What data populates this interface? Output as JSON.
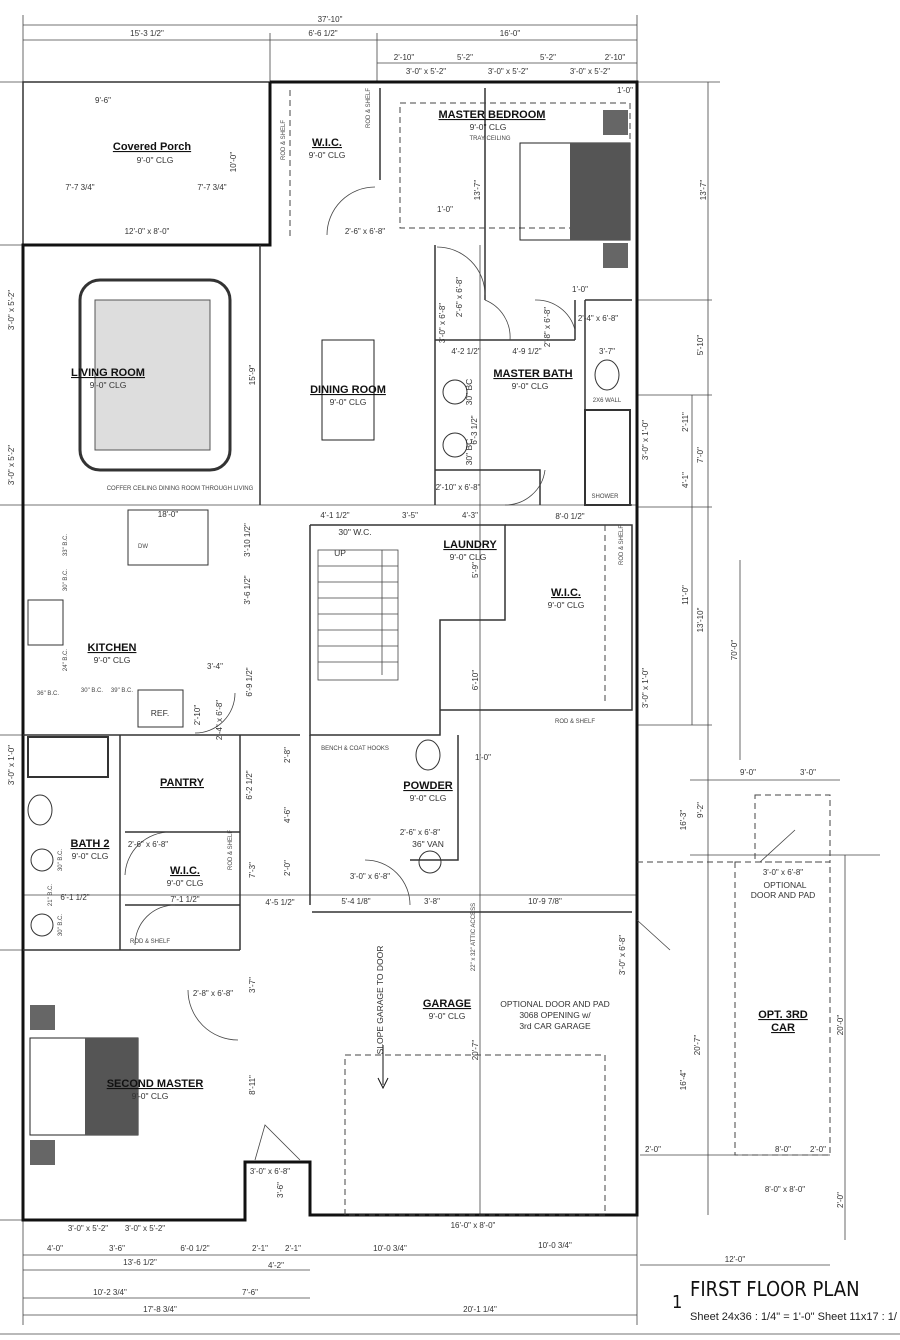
{
  "title": {
    "number": "1",
    "name": "FIRST FLOOR PLAN",
    "scale": "Sheet 24x36 :  1/4\" = 1'-0\"   Sheet 11x17 : 1/"
  },
  "rooms": {
    "porch": {
      "name": "Covered Porch",
      "clg": "9'-0\"  CLG"
    },
    "wic_master": {
      "name": "W.I.C.",
      "clg": "9'-0\"  CLG"
    },
    "master_bedroom": {
      "name": "MASTER BEDROOM",
      "clg": "9'-0\"  CLG"
    },
    "living": {
      "name": "LIVING ROOM",
      "clg": "9'-0\"  CLG"
    },
    "dining": {
      "name": "DINING ROOM",
      "clg": "9'-0\"  CLG"
    },
    "master_bath": {
      "name": "MASTER BATH",
      "clg": "9'-0\"  CLG"
    },
    "kitchen": {
      "name": "KITCHEN",
      "clg": "9'-0\"  CLG"
    },
    "laundry": {
      "name": "LAUNDRY",
      "clg": "9'-0\"  CLG"
    },
    "wic_bath": {
      "name": "W.I.C.",
      "clg": "9'-0\"  CLG"
    },
    "pantry": {
      "name": "PANTRY"
    },
    "powder": {
      "name": "POWDER",
      "clg": "9'-0\"  CLG"
    },
    "bath2": {
      "name": "BATH 2",
      "clg": "9'-0\"  CLG"
    },
    "wic_bath2": {
      "name": "W.I.C.",
      "clg": "9'-0\"  CLG"
    },
    "garage": {
      "name": "GARAGE",
      "clg": "9'-0\"  CLG"
    },
    "second_master": {
      "name": "SECOND MASTER",
      "clg": "9'-0\"  CLG"
    },
    "opt_car": {
      "name": "OPT. 3RD",
      "name2": "CAR"
    }
  },
  "notes": {
    "tray": "TRAY CEILING",
    "coffer": "COFFER CEILING DINING ROOM  THROUGH LIVING",
    "slope": "SLOPE GARAGE TO DOOR",
    "opt_door_1": "OPTIONAL DOOR AND PAD",
    "opt_door_2": "3068 OPENING w/",
    "opt_door_3": "3rd CAR GARAGE",
    "opt_pad_1": "OPTIONAL",
    "opt_pad_2": "DOOR AND PAD",
    "ref": "REF.",
    "dw": "DW",
    "up": "UP",
    "shower": "SHOWER",
    "wall2x6": "2X6 WALL",
    "rod_shelf": "ROD & SHELF",
    "bench": "BENCH & COAT HOOKS",
    "van36": "36\" VAN",
    "wc30": "30\" W.C.",
    "bc30": "30\" BC",
    "bc33": "33\" B.C.",
    "bc30b": "30\" B.C.",
    "bc24": "24\" B.C.",
    "bc36": "36\" B.C.",
    "bc39": "39\" B.C.",
    "bc21": "21\" B.C.",
    "attic": "22\" x 32\" ATTIC ACCESS"
  },
  "dimensions": [
    "37'-10\"",
    "15'-3 1/2\"",
    "6'-6 1/2\"",
    "16'-0\"",
    "2'-10\"",
    "5'-2\"",
    "5'-2\"",
    "2'-10\"",
    "3'-0\" x 5'-2\"",
    "3'-0\" x 5'-2\"",
    "3'-0\" x 5'-2\"",
    "9'-6\"",
    "10'-0\"",
    "7'-7 3/4\"",
    "7'-7 3/4\"",
    "12'-0\" x 8'-0\"",
    "2'-6\" x 6'-8\"",
    "1'-0\"",
    "13'-7\"",
    "13'-7\"",
    "1'-0\"",
    "5'-10\"",
    "2'-11\"",
    "7'-0\"",
    "4'-1\"",
    "11'-0\"",
    "13'-10\"",
    "70'-0\"",
    "15'-9\"",
    "3'-0\" x 5'-2\"",
    "3'-0\" x 5'-2\"",
    "18'-0\"",
    "3'-10 1/2\"",
    "3'-6 1/2\"",
    "3'-4\"",
    "6'-9 1/2\"",
    "2'-10\"",
    "4'-1 1/2\"",
    "3'-5\"",
    "4'-3\"",
    "2'-10\" x 6'-8\"",
    "4'-2 1/2\"",
    "4'-9 1/2\"",
    "2'-4\" x 6'-8\"",
    "3'-7\"",
    "6'-3 1/2\"",
    "8'-0 1/2\"",
    "5'-9\"",
    "6'-10\"",
    "2'-4\" x 6'-8\"",
    "6'-2 1/2\"",
    "2'-8\"",
    "4'-6\"",
    "2'-0\"",
    "7'-3\"",
    "4'-5 1/2\"",
    "5'-4 1/8\"",
    "3'-8\"",
    "10'-9 7/8\"",
    "1'-0\"",
    "2'-6\" x 6'-8\"",
    "3'-0\" x 6'-8\"",
    "2'-6\" x 6'-8\"",
    "7'-1 1/2\"",
    "6'-1 1/2\"",
    "9'-0\"",
    "3'-0\"",
    "16'-3\"",
    "9'-2\"",
    "3'-0\" x 6'-8\"",
    "20'-7\"",
    "16'-4\"",
    "20'-0\"",
    "3'-0\" x 6'-8\"",
    "20'-7\"",
    "2'-8\" x 6'-8\"",
    "3'-7\"",
    "8'-11\"",
    "3'-0\" x 6'-8\"",
    "3'-6\"",
    "2'-0\"",
    "8'-0\"",
    "2'-0\"",
    "8'-0\" x 8'-0\"",
    "2'-0\"",
    "3'-0\" x 5'-2\"",
    "3'-0\" x 5'-2\"",
    "16'-0\" x 8'-0\"",
    "4'-0\"",
    "3'-6\"",
    "6'-0 1/2\"",
    "2'-1\"",
    "2'-1\"",
    "10'-0 3/4\"",
    "10'-0 3/4\"",
    "13'-6 1/2\"",
    "4'-2\"",
    "10'-2 3/4\"",
    "7'-6\"",
    "17'-8 3/4\"",
    "20'-1 1/4\"",
    "12'-0\"",
    "3'-0\" x 1'-0\"",
    "3'-0\" x 1'-0\"",
    "3'-0\" x 1'-0\"",
    "2'-6\" x 6'-8\"",
    "2'-8\" x 6'-8\"",
    "3'-0\" x 6'-8\"",
    "1'-0\""
  ],
  "colors": {
    "line": "#111111",
    "fixture_fill": "#555555",
    "background": "#ffffff"
  }
}
